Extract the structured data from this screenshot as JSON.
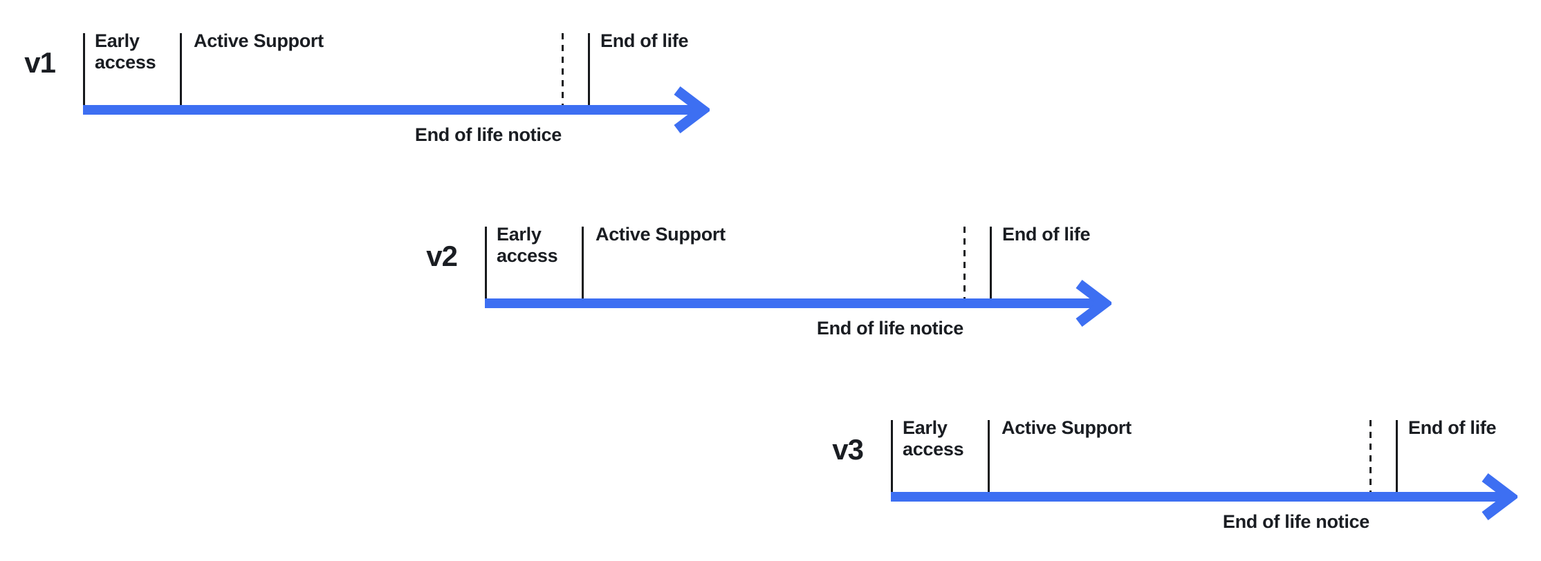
{
  "canvas": {
    "background": "#ffffff"
  },
  "colors": {
    "arrow_blue": "#3d6ff2",
    "text_dark": "#1a1d22"
  },
  "timelines": [
    {
      "version_label": "v1",
      "phases": {
        "early_access": "Early access",
        "active_support": "Active Support",
        "end_of_life": "End of life"
      },
      "notice_label": "End of life notice"
    },
    {
      "version_label": "v2",
      "phases": {
        "early_access": "Early access",
        "active_support": "Active Support",
        "end_of_life": "End of life"
      },
      "notice_label": "End of life notice"
    },
    {
      "version_label": "v3",
      "phases": {
        "early_access": "Early access",
        "active_support": "Active Support",
        "end_of_life": "End of life"
      },
      "notice_label": "End of life notice"
    }
  ]
}
